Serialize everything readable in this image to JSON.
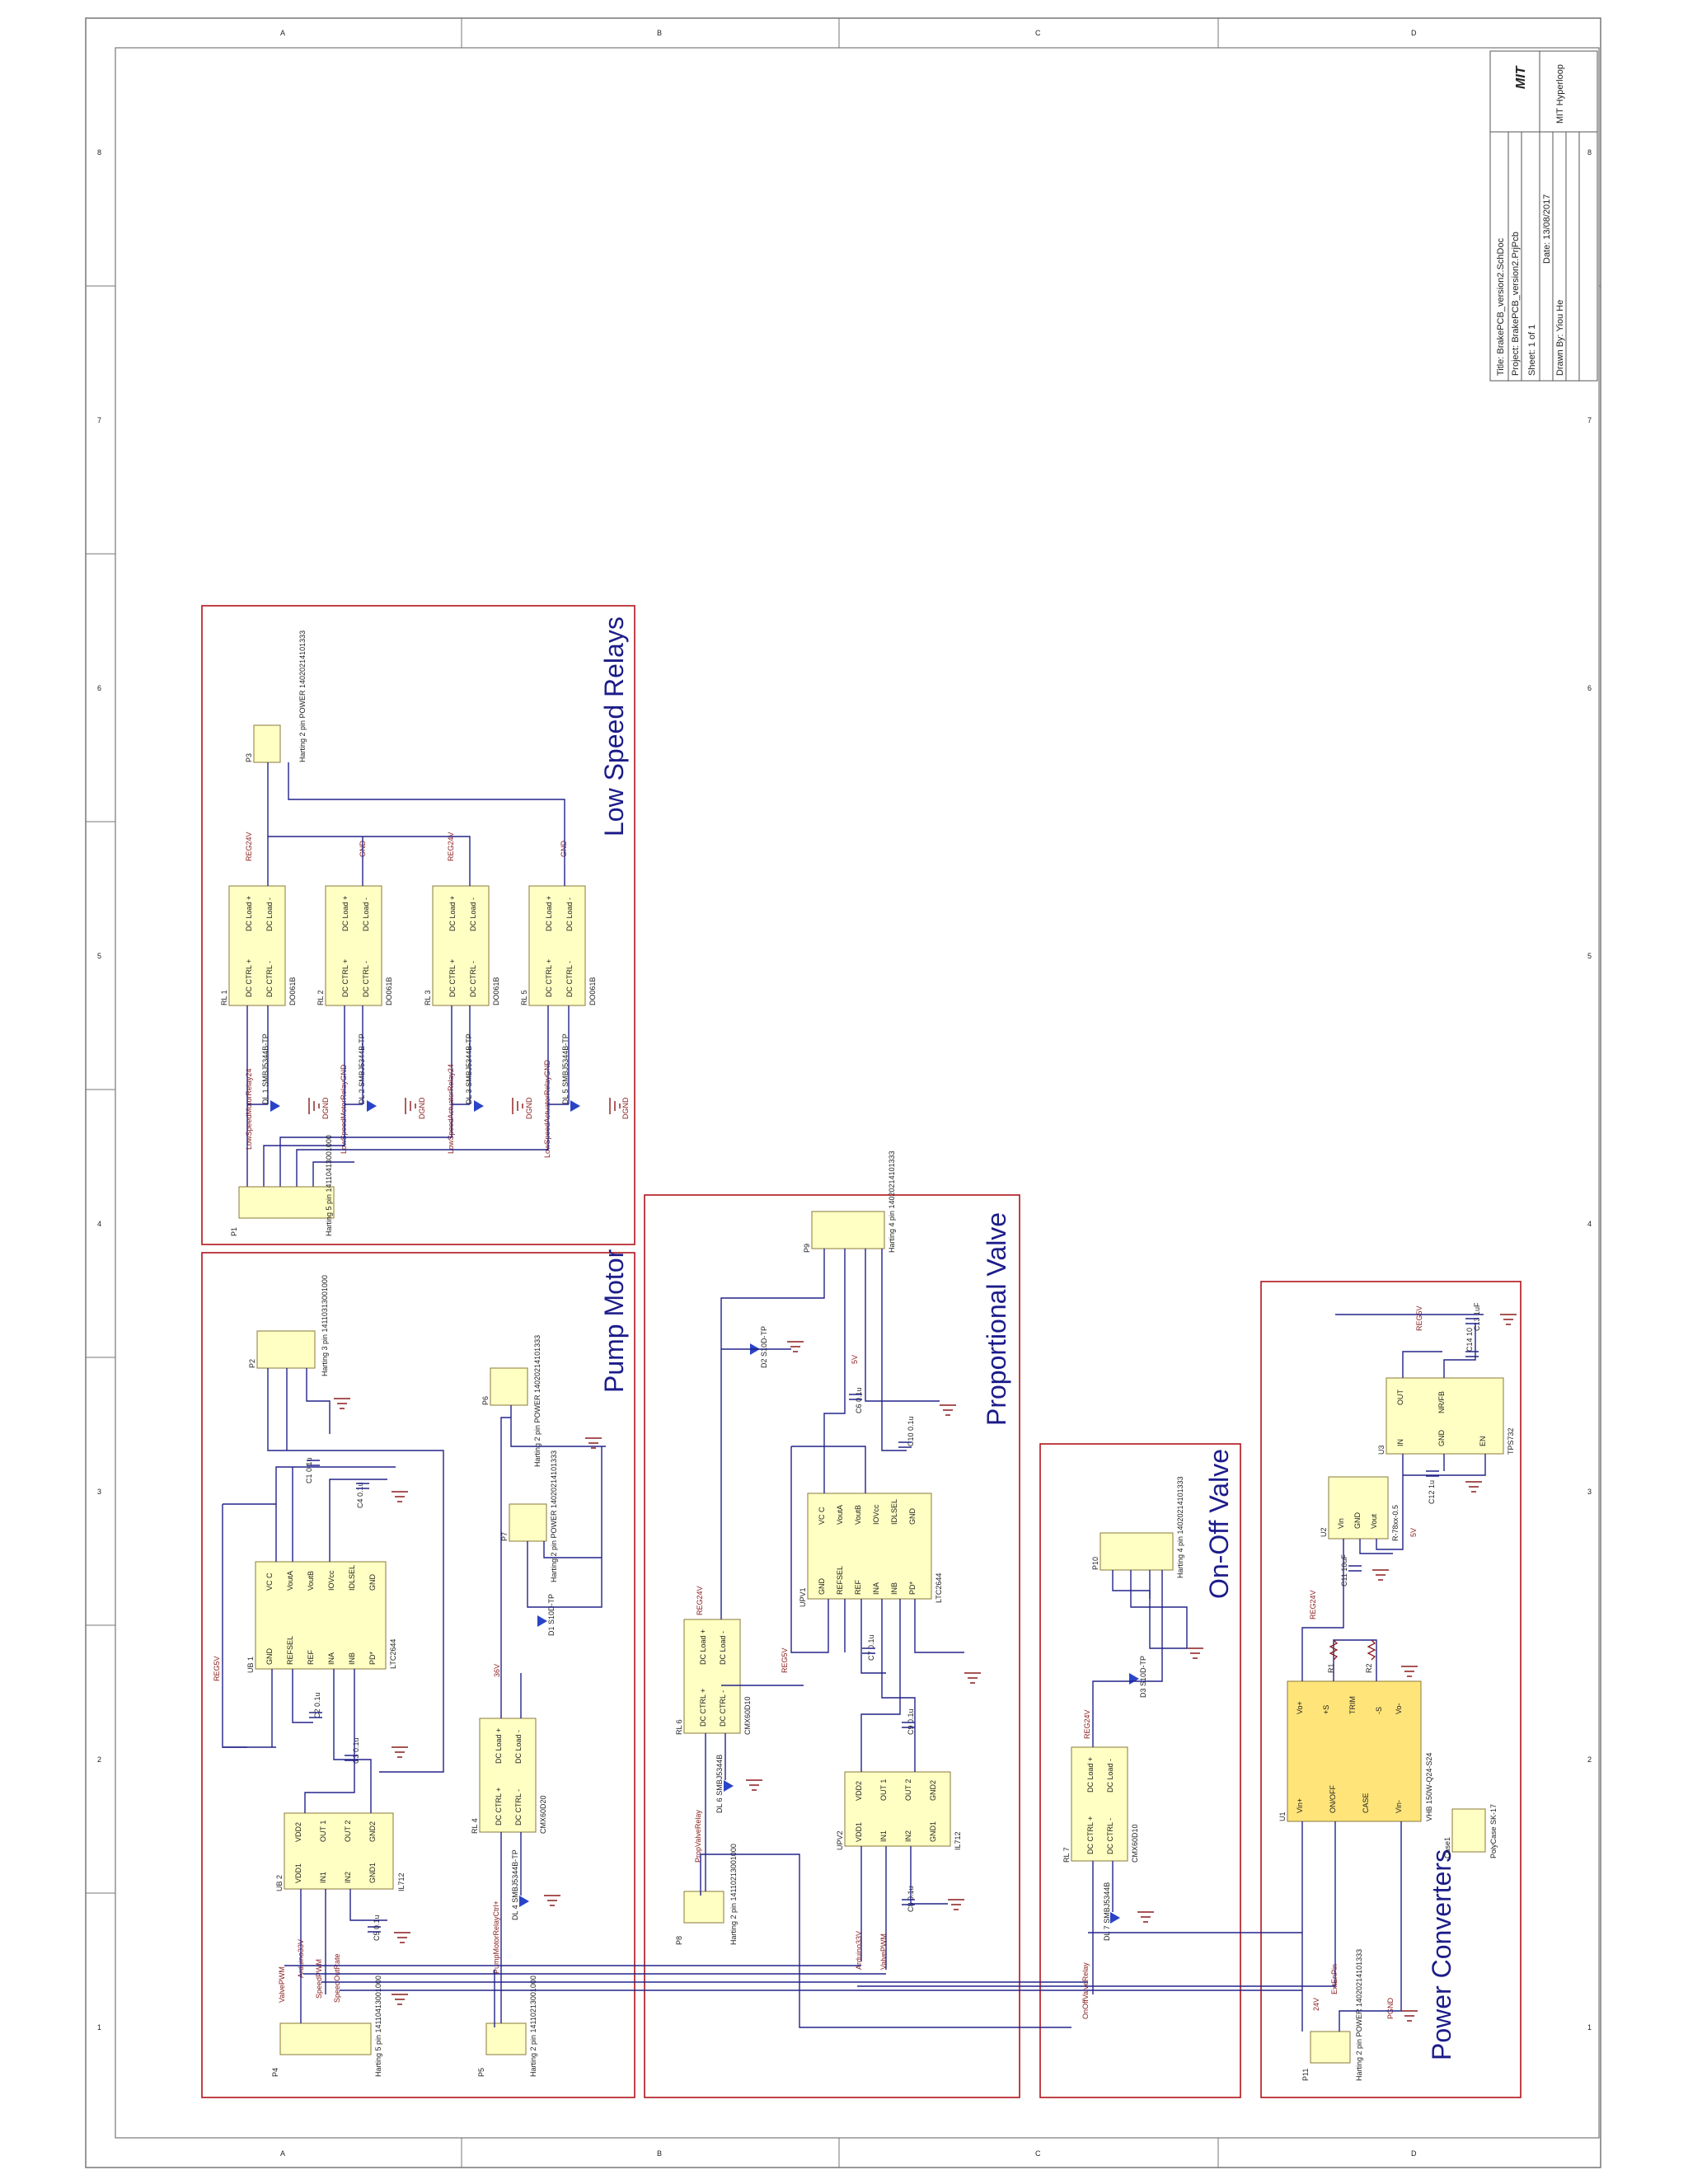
{
  "sheet": {
    "zone_cols": [
      "A",
      "B",
      "C",
      "D"
    ],
    "zone_rows": [
      "1",
      "2",
      "3",
      "4",
      "5",
      "6",
      "7",
      "8"
    ]
  },
  "title_block": {
    "title": "Title:   BrakePCB_version2.SchDoc",
    "project": "Project:   BrakePCB_version2.PrjPcb",
    "sheet": "Sheet:   1   of    1",
    "date": "Date:  13/08/2017",
    "drawn_by": "Drawn By:    Yiou He",
    "org": "MIT Hyperloop",
    "logo": "MIT"
  },
  "sections": {
    "low_speed_relays": "Low  Speed Relays",
    "pump_motor": "Pump Motor",
    "proportional_valve": "Proportional  Valve",
    "on_off_valve": "On-Off  Valve",
    "power_converters": "Power  Converters"
  },
  "relays": {
    "pins_in": [
      "DC CTRL +",
      "DC CTRL -"
    ],
    "pins_out": [
      "DC Load +",
      "DC Load -"
    ],
    "items": [
      {
        "ref": "RL 1",
        "part": "DO061B",
        "in_net": "LowSpeedMotorRelay24",
        "out_net": "REG24V",
        "diode": "DL 1",
        "diode_part": "SMBJ5344B-TP"
      },
      {
        "ref": "RL 2",
        "part": "DO061B",
        "in_net": "LowSpeedMotorRelayGND",
        "out_net": "GND",
        "diode": "DL 2",
        "diode_part": "SMBJ5344B-TP"
      },
      {
        "ref": "RL 3",
        "part": "DO061B",
        "in_net": "LowSpeedActuatorRelay24",
        "out_net": "REG24V",
        "diode": "DL 3",
        "diode_part": "SMBJ5344B-TP"
      },
      {
        "ref": "RL 5",
        "part": "DO061B",
        "in_net": "LowSpeedActuatorRelayGND",
        "out_net": "GND",
        "diode": "DL 5",
        "diode_part": "SMBJ5344B-TP"
      }
    ],
    "dgnd": "DGND",
    "p1": {
      "ref": "P1",
      "desc": "Harting 5 pin 14110413001000"
    },
    "p3": {
      "ref": "P3",
      "desc": "Harting 2 pin POWER 14020214101333"
    }
  },
  "pump": {
    "p2": {
      "ref": "P2",
      "desc": "Harting 3 pin 14110313001000"
    },
    "p4": {
      "ref": "P4",
      "desc": "Harting 5 pin 14110413001000"
    },
    "p5": {
      "ref": "P5",
      "desc": "Harting 2 pin 14110213001000"
    },
    "p6": {
      "ref": "P6",
      "desc": "Harting 2 pin POWER 14020214101333"
    },
    "p7": {
      "ref": "P7",
      "desc": "Harting 2 pin POWER 14020214101333"
    },
    "ub1": {
      "ref": "UB 1",
      "part": "LTC2644",
      "pins_l": [
        "GND",
        "REFSEL",
        "REF",
        "INA",
        "INB",
        "PD*"
      ],
      "pins_r": [
        "VC C",
        "VoutA",
        "VoutB",
        "IOVcc",
        "IDLSEL",
        "GND"
      ]
    },
    "ub2": {
      "ref": "UB 2",
      "part": "IL712",
      "pins_l": [
        "VDD1",
        "IN1",
        "IN2",
        "GND1"
      ],
      "pins_r": [
        "VDD2",
        "OUT 1",
        "OUT 2",
        "GND2"
      ]
    },
    "rl4": {
      "ref": "RL 4",
      "part": "CMX60D20",
      "diode": "DL 4",
      "diode_part": "SMBJ5344B-TP",
      "net": "PumpMotorRelayCtrl+"
    },
    "d1": {
      "ref": "D1",
      "part": "S10D-TP"
    },
    "caps": [
      "C1  0.1u",
      "C2  0.1u",
      "C3  0.1u",
      "C4  0.1u",
      "C5  0.1u"
    ],
    "nets": [
      "ValvePWM",
      "Arduino33V",
      "SpeedPWM",
      "SpeedOutRate",
      "REG5V",
      "36V"
    ]
  },
  "prop_valve": {
    "p8": {
      "ref": "P8",
      "desc": "Harting 2 pin 14110213001000"
    },
    "p9": {
      "ref": "P9",
      "desc": "Harting 4 pin 14020214101333"
    },
    "rl6": {
      "ref": "RL 6",
      "part": "CMX60D10",
      "diode": "DL 6",
      "diode_part": "SMBJ5344B",
      "net": "PropValveRelay"
    },
    "upv1": {
      "ref": "UPV1",
      "part": "LTC2644"
    },
    "upv2": {
      "ref": "UPV2",
      "part": "IL712"
    },
    "d2": {
      "ref": "D2",
      "part": "S10D-TP"
    },
    "caps": [
      "C6  0.1u",
      "C7  0.1u",
      "C8  0.1u",
      "C9  0.1u",
      "C10  0.1u"
    ],
    "nets": [
      "REG24V",
      "REG5V",
      "5V",
      "Arduino33V",
      "ValvePWM"
    ]
  },
  "onoff": {
    "p10": {
      "ref": "P10",
      "desc": "Harting 4 pin 14020214101333"
    },
    "rl7": {
      "ref": "RL 7",
      "part": "CMX60D10",
      "diode": "DL 7",
      "diode_part": "SMBJ5344B",
      "net": "OnOffValveRelay"
    },
    "d3": {
      "ref": "D3",
      "part": "S10D-TP"
    },
    "net": "REG24V"
  },
  "power": {
    "p11": {
      "ref": "P11",
      "desc": "Harting 2 pin POWER 14020214101333"
    },
    "u1": {
      "ref": "U1",
      "part": "VHB 150W-Q24-S24",
      "pins_l": [
        "Vin+",
        "ON/OFF",
        "CASE",
        "Vin-"
      ],
      "pins_r": [
        "Vo+",
        "+S",
        "TRIM",
        "-S",
        "Vo-"
      ]
    },
    "u2": {
      "ref": "U2",
      "part": "R-78xx-0.5",
      "pins": [
        "Vin",
        "GND",
        "Vout"
      ]
    },
    "u3": {
      "ref": "U3",
      "part": "TPS732",
      "pins": [
        "IN",
        "GND",
        "EN",
        "OUT",
        "NR/FB"
      ]
    },
    "case1": {
      "ref": "Case1",
      "desc": "PolyCase SK-17"
    },
    "caps": [
      "C11  10uF",
      "C12  1u",
      "C13  1uF",
      "C14  10"
    ],
    "resistors": [
      "R1",
      "R2"
    ],
    "nets": [
      "24V",
      "ExtEnPin",
      "REG24V",
      "REG5V",
      "5V",
      "PGND"
    ]
  }
}
